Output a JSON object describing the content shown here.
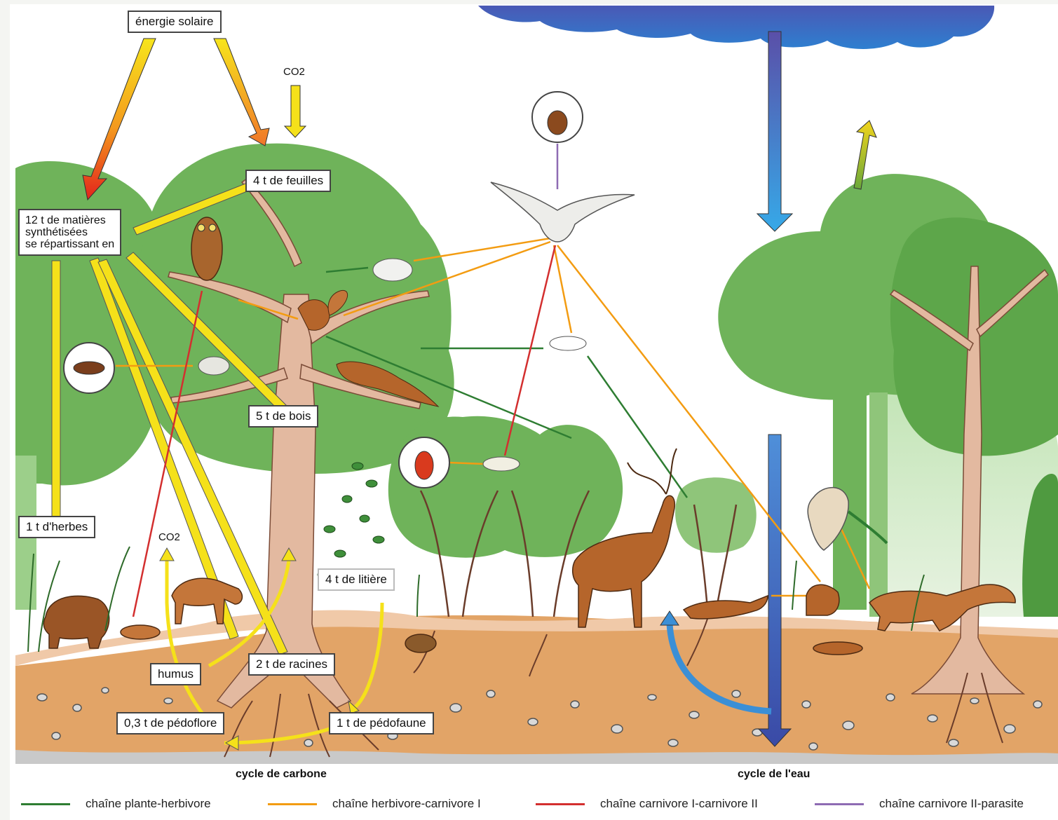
{
  "labels": {
    "solar": "énergie solaire",
    "co2_top": "CO2",
    "matter": "12 t de matières\nsynthétisées\nse répartissant en",
    "leaves": "4 t de feuilles",
    "wood": "5 t de bois",
    "grass": "1 t d'herbes",
    "co2_low": "CO2",
    "litter": "4 t de litière",
    "humus": "humus",
    "roots": "2 t de racines",
    "pedoflore": "0,3 t de pédoflore",
    "pedofaune": "1 t de pédofaune"
  },
  "cycles": {
    "carbon": "cycle de carbone",
    "water": "cycle de l'eau"
  },
  "legend": [
    {
      "label": "chaîne plante-herbivore",
      "color": "#2e7d32"
    },
    {
      "label": "chaîne herbivore-carnivore I",
      "color": "#f39c12"
    },
    {
      "label": "chaîne carnivore I-carnivore II",
      "color": "#d32f2f"
    },
    {
      "label": "chaîne carnivore II-parasite",
      "color": "#8e6bb3"
    }
  ],
  "colors": {
    "foliage": "#6fb35a",
    "foliage_light": "#9ccf8a",
    "trunk": "#e3b9a0",
    "soil": "#e2a467",
    "energy": "#f5e11a",
    "water": "#3b8fd6",
    "animal": "#b5652b"
  },
  "icons": [
    "sun-energy-arrow",
    "cloud-icon",
    "owl-icon",
    "squirrel-icon",
    "marten-icon",
    "dove-icon",
    "eagle-icon",
    "tick-icon",
    "beetle-icon",
    "deer-icon",
    "boar-icon",
    "roe-deer-icon",
    "fox-icon",
    "pheasant-icon",
    "rabbit-icon",
    "mole-icon",
    "weasel-icon"
  ]
}
